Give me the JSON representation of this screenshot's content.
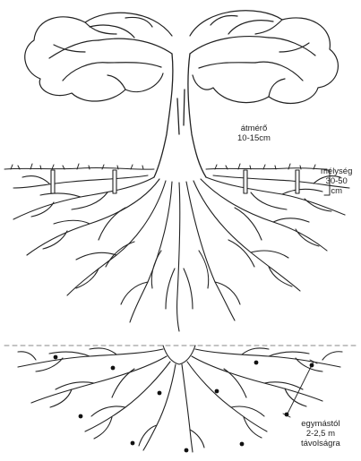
{
  "labels": {
    "diameter_line1": "átmérő",
    "diameter_line2": "10-15cm",
    "depth_line1": "mélység",
    "depth_line2": "30-50",
    "depth_line3": "cm",
    "spacing_line1": "egymástól",
    "spacing_line2": "2-2,5 m",
    "spacing_line3": "távolságra"
  },
  "colors": {
    "ink": "#222222",
    "dashed_line": "#888888",
    "background": "#ffffff"
  }
}
